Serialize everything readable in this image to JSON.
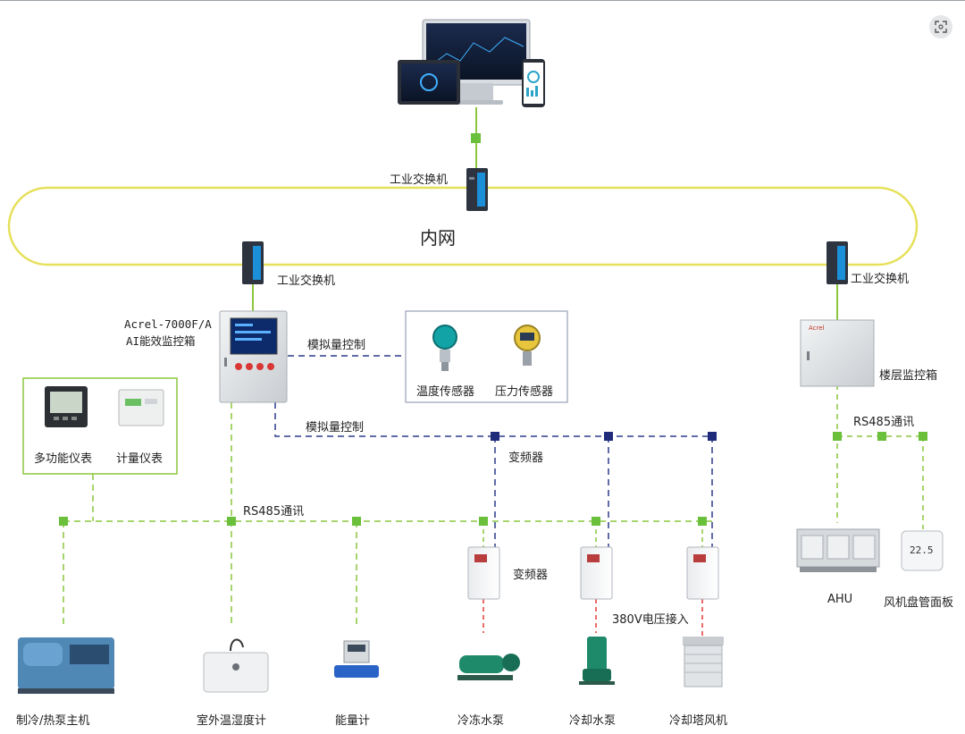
{
  "labels": {
    "switch_top": "工业交换机",
    "intranet": "内网",
    "switch_left": "工业交换机",
    "switch_right": "工业交换机",
    "cabinet_line1": "Acrel-7000F/A",
    "cabinet_line2": "AI能效监控箱",
    "analog_control_1": "模拟量控制",
    "analog_control_2": "模拟量控制",
    "temp_sensor": "温度传感器",
    "pressure_sensor": "压力传感器",
    "multi_meter": "多功能仪表",
    "metering_meter": "计量仪表",
    "vfd_1": "变频器",
    "vfd_2": "变频器",
    "rs485_main": "RS485通讯",
    "rs485_floor": "RS485通讯",
    "floor_cabinet": "楼层监控箱",
    "ahu": "AHU",
    "fcu_panel": "风机盘管面板",
    "voltage_in": "380V电压接入",
    "chiller": "制冷/热泵主机",
    "outdoor_th": "室外温湿度计",
    "energy_meter": "能量计",
    "chilled_pump": "冷冻水泵",
    "cooling_pump": "冷却水泵",
    "tower_fan": "冷却塔风机"
  },
  "devices": {
    "panel_brand": "Acrel",
    "thermostat_reading": "22.5"
  },
  "colors": {
    "ring": "#e6e05a",
    "green_link": "#8cc63f",
    "blue_link": "#2c3a8c",
    "red_link": "#e53935",
    "node_green": "#6abf3b",
    "node_blue": "#1f2a7a"
  },
  "icons": {
    "view_button": "image-viewer-icon"
  }
}
